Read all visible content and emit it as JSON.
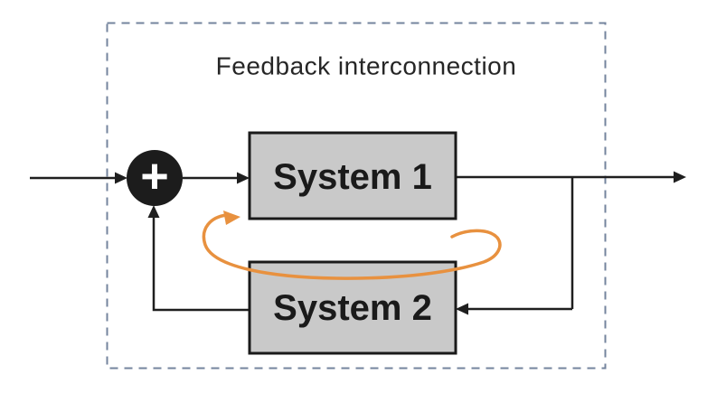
{
  "diagram": {
    "title": "Feedback interconnection",
    "blocks": [
      {
        "label": "System 1"
      },
      {
        "label": "System 2"
      }
    ],
    "summing_junction": {
      "symbol": "+"
    },
    "colors": {
      "background": "#ffffff",
      "line": "#1f1f1f",
      "arrowhead": "#1f1f1f",
      "block_fill": "#c9c9c9",
      "block_border": "#1a1a1a",
      "block_text": "#1a1a1a",
      "boundary_dash": "#74849e",
      "title_text": "#262626",
      "junction_fill": "#1c1c1c",
      "junction_symbol": "#ffffff",
      "annotation": "#e8913f"
    }
  }
}
